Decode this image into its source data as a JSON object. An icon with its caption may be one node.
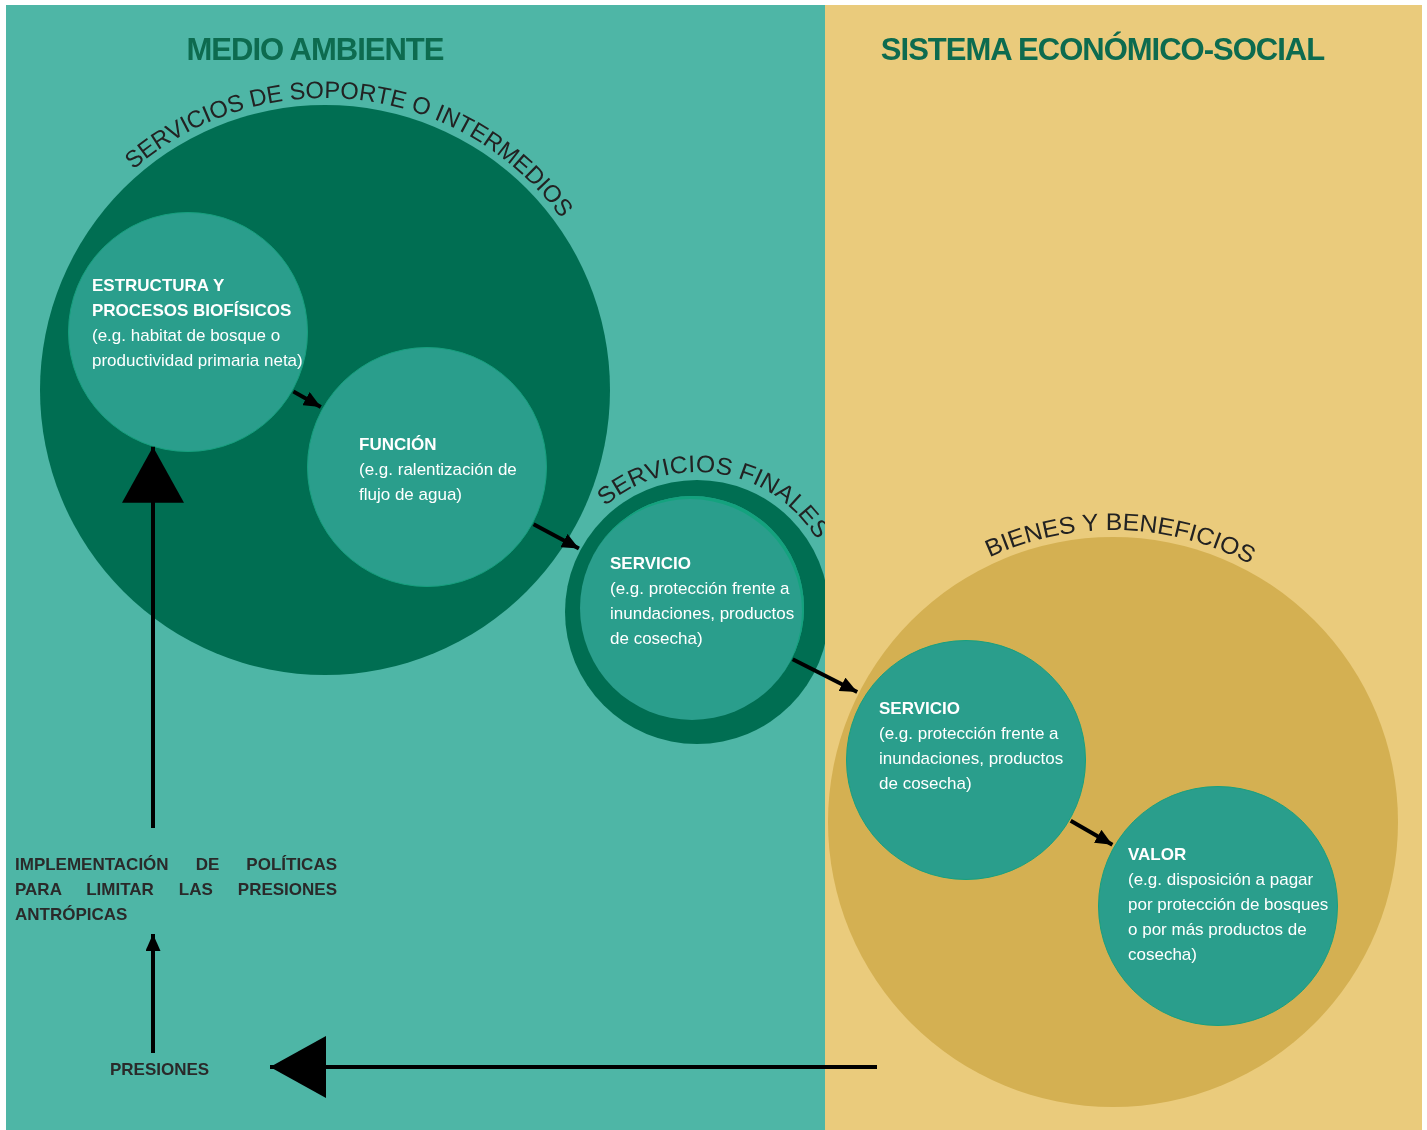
{
  "diagram": {
    "nodes": [
      {
        "text": [
          "MEDIO AMBIENTE"
        ]
      },
      {
        "text": [
          "SISTEMA ECONÓMICO-SOCIAL"
        ]
      },
      {
        "text": [
          "SERVICIOS DE SOPORTE O INTERMEDIOS"
        ],
        "in": 0
      },
      {
        "text": [
          "ESTRUCTURA Y PROCESOS BIOFÍSICOS",
          "(e.g. habitat de bosque o productividad primaria neta)"
        ],
        "in": 2
      },
      {
        "text": [
          "FUNCIÓN",
          "(e.g. ralentización de flujo de agua)"
        ],
        "in": 2
      },
      {
        "text": [
          "SERVICIOS FINALES"
        ],
        "in": 0
      },
      {
        "text": [
          "SERVICIO",
          "(e.g. protección frente a inundaciones, productos de cosecha)"
        ],
        "in": 5
      },
      {
        "text": [
          "BIENES Y BENEFICIOS"
        ],
        "in": 1
      },
      {
        "text": [
          "SERVICIO",
          "(e.g. protección frente a inundaciones, productos de cosecha)"
        ],
        "in": 7
      },
      {
        "text": [
          "VALOR",
          "(e.g. disposición a pagar por protección de bosques o por más productos de cosecha)"
        ],
        "in": 7
      },
      {
        "text": [
          "IMPLEMENTACIÓN DE POLÍTICAS PARA LIMITAR LAS PRESIONES ANTRÓPICAS"
        ],
        "in": 0
      },
      {
        "text": [
          "PRESIONES"
        ],
        "in": 0
      }
    ],
    "edges": [
      {
        "from": 3,
        "to": 4,
        "arrow": "to"
      },
      {
        "from": 4,
        "to": 5,
        "arrow": "to"
      },
      {
        "from": 6,
        "to": 7,
        "arrow": "to"
      },
      {
        "from": 8,
        "to": 9,
        "arrow": "to"
      },
      {
        "from": 11,
        "to": 10,
        "arrow": "to"
      },
      {
        "from": 10,
        "to": 3,
        "arrow": "to"
      },
      {
        "from": null,
        "to": 11,
        "arrow": "to"
      }
    ]
  }
}
